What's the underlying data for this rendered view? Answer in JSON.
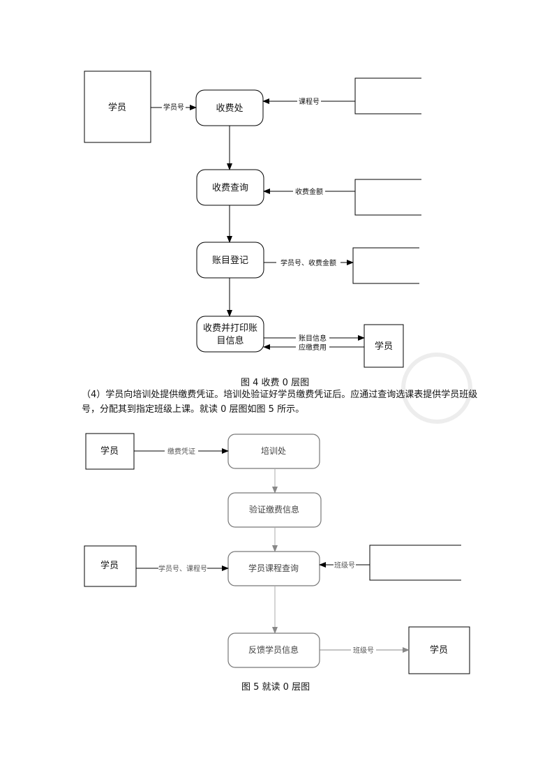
{
  "fig4": {
    "source_student": "学员",
    "process_fee_office": "收费处",
    "process_fee_query": "收费查询",
    "process_account_register": "账目登记",
    "process_print_line1": "收费并打印账",
    "process_print_line2": "目信息",
    "sink_student": "学员",
    "flow_student_id": "学员号",
    "flow_course_id": "课程号",
    "flow_fee_amount": "收费金额",
    "flow_student_id_and_amount": "学员号、收费金额",
    "flow_account_info": "账目信息",
    "flow_payable_fee": "应缴费用",
    "caption": "图 4  收费 0 层图"
  },
  "paragraph": "（4）学员向培训处提供缴费凭证。培训处验证好学员缴费凭证后。应通过查询选课表提供学员班级号，分配其到指定班级上课。就读 0 层图如图 5 所示。",
  "fig5": {
    "source_student_top": "学员",
    "source_student_mid": "学员",
    "process_training_office": "培训处",
    "process_verify": "验证缴费信息",
    "process_course_query": "学员课程查询",
    "process_feedback": "反馈学员信息",
    "sink_student": "学员",
    "flow_payment_voucher": "缴费凭证",
    "flow_student_and_course": "学员号、课程号",
    "flow_class_id_in": "班级号",
    "flow_class_id_out": "班级号",
    "caption": "图 5  就读 0 层图"
  }
}
